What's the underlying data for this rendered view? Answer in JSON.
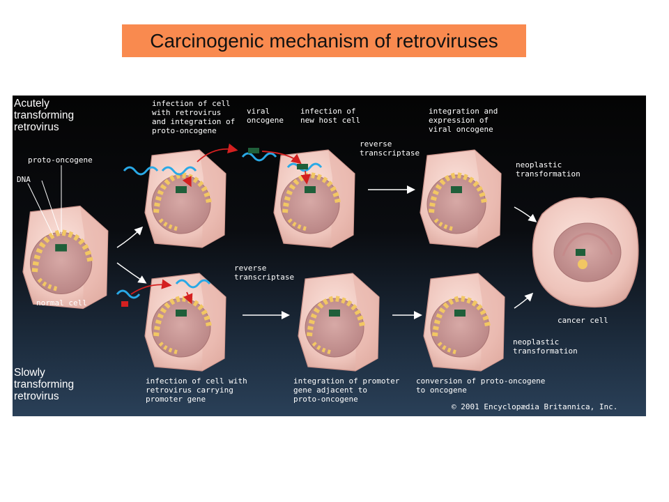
{
  "slide": {
    "title": "Carcinogenic mechanism of retroviruses"
  },
  "figure": {
    "heading_top": "Acutely\ntransforming\nretrovirus",
    "heading_bottom": "Slowly\ntransforming\nretrovirus",
    "labels": {
      "proto_oncogene": "proto-oncogene",
      "dna": "DNA",
      "normal_cell": "normal cell",
      "infection_integration": "infection of cell\nwith retrovirus\nand integration of\nproto-oncogene",
      "viral_oncogene": "viral\noncogene",
      "infection_new_host": "infection of\nnew host cell",
      "reverse_transcriptase_top": "reverse\ntranscriptase",
      "integration_expression": "integration and\nexpression of\nviral oncogene",
      "neoplastic_top": "neoplastic\ntransformation",
      "cancer_cell": "cancer cell",
      "reverse_transcriptase_bottom": "reverse\ntranscriptase",
      "neoplastic_bottom": "neoplastic\ntransformation",
      "infection_promoter": "infection of cell with\nretrovirus carrying\npromoter gene",
      "integration_promoter": "integration of promoter\ngene adjacent to\nproto-oncogene",
      "conversion": "conversion of proto-oncogene\nto oncogene",
      "copyright": "© 2001 Encyclopædia Britannica, Inc."
    }
  }
}
